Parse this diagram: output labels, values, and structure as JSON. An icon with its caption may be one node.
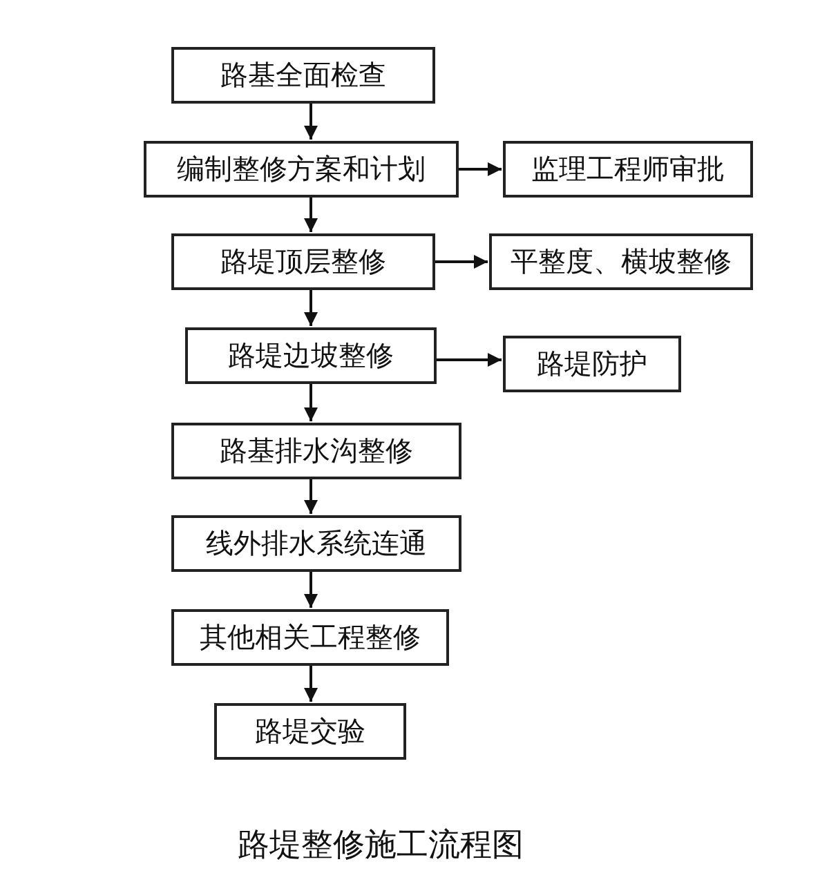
{
  "diagram": {
    "caption": "路堤整修施工流程图",
    "nodes": [
      {
        "text": [
          "路基全面检查"
        ]
      },
      {
        "text": [
          "编制整修方案和计划"
        ]
      },
      {
        "text": [
          "监理工程师审批"
        ]
      },
      {
        "text": [
          "路堤顶层整修"
        ]
      },
      {
        "text": [
          "平整度、横坡整修"
        ]
      },
      {
        "text": [
          "路堤边坡整修"
        ]
      },
      {
        "text": [
          "路堤防护"
        ]
      },
      {
        "text": [
          "路基排水沟整修"
        ]
      },
      {
        "text": [
          "线外排水系统连通"
        ]
      },
      {
        "text": [
          "其他相关工程整修"
        ]
      },
      {
        "text": [
          "路堤交验"
        ]
      }
    ],
    "edges": [
      {
        "from": 0,
        "to": 1,
        "arrow": "to"
      },
      {
        "from": 1,
        "to": 2,
        "arrow": "to"
      },
      {
        "from": 1,
        "to": 3,
        "arrow": "to"
      },
      {
        "from": 3,
        "to": 4,
        "arrow": "to"
      },
      {
        "from": 3,
        "to": 5,
        "arrow": "to"
      },
      {
        "from": 5,
        "to": 6,
        "arrow": "to"
      },
      {
        "from": 5,
        "to": 7,
        "arrow": "to"
      },
      {
        "from": 7,
        "to": 8,
        "arrow": "to"
      },
      {
        "from": 8,
        "to": 9,
        "arrow": "to"
      },
      {
        "from": 9,
        "to": 10,
        "arrow": "to"
      }
    ]
  }
}
